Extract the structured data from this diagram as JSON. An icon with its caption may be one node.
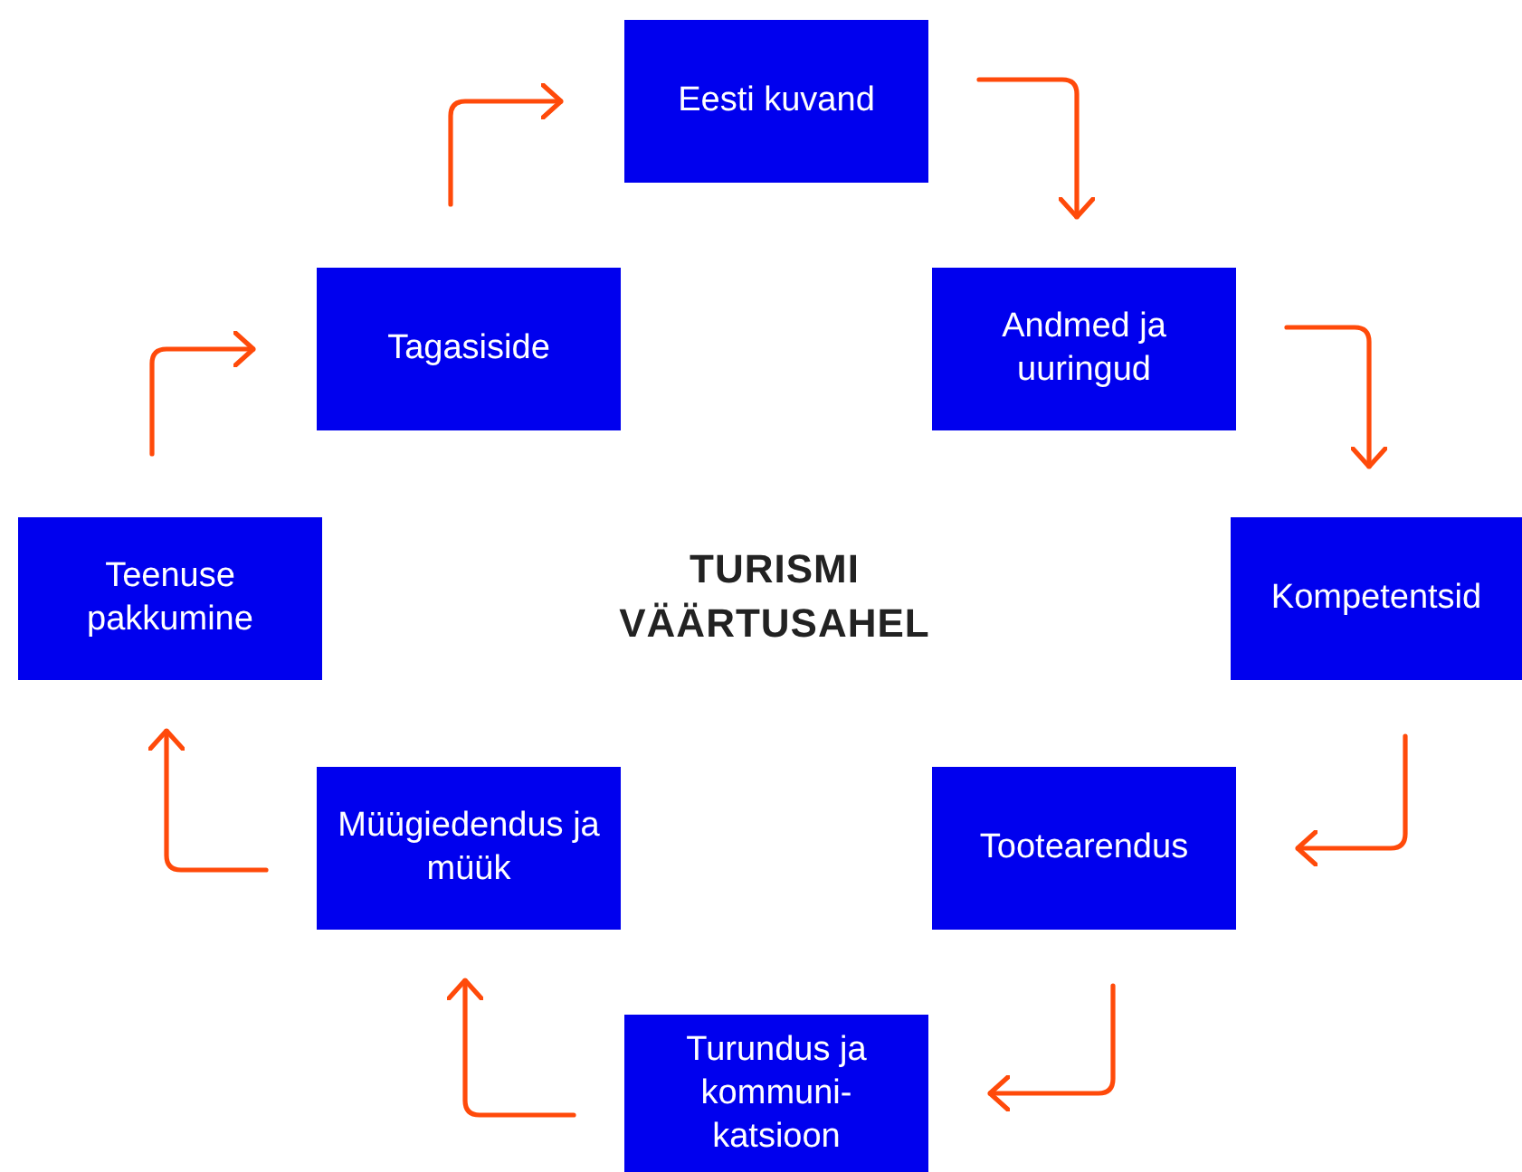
{
  "diagram": {
    "title": "TURISMI VÄÄRTUSAHEL",
    "nodes": [
      {
        "text": [
          "Eesti kuvand"
        ]
      },
      {
        "text": [
          "Andmed ja uuringud"
        ]
      },
      {
        "text": [
          "Kompetentsid"
        ]
      },
      {
        "text": [
          "Tootearendus"
        ]
      },
      {
        "text": [
          "Turundus ja kommuni-katsioon"
        ]
      },
      {
        "text": [
          "Müügiedendus ja müük"
        ]
      },
      {
        "text": [
          "Teenuse pakkumine"
        ]
      },
      {
        "text": [
          "Tagasiside"
        ]
      }
    ],
    "edges": [
      {
        "from": 0,
        "to": 1,
        "arrow": "to"
      },
      {
        "from": 1,
        "to": 2,
        "arrow": "to"
      },
      {
        "from": 2,
        "to": 3,
        "arrow": "to"
      },
      {
        "from": 3,
        "to": 4,
        "arrow": "to"
      },
      {
        "from": 4,
        "to": 5,
        "arrow": "to"
      },
      {
        "from": 5,
        "to": 6,
        "arrow": "to"
      },
      {
        "from": 6,
        "to": 7,
        "arrow": "to"
      },
      {
        "from": 7,
        "to": 0,
        "arrow": "to"
      }
    ]
  }
}
